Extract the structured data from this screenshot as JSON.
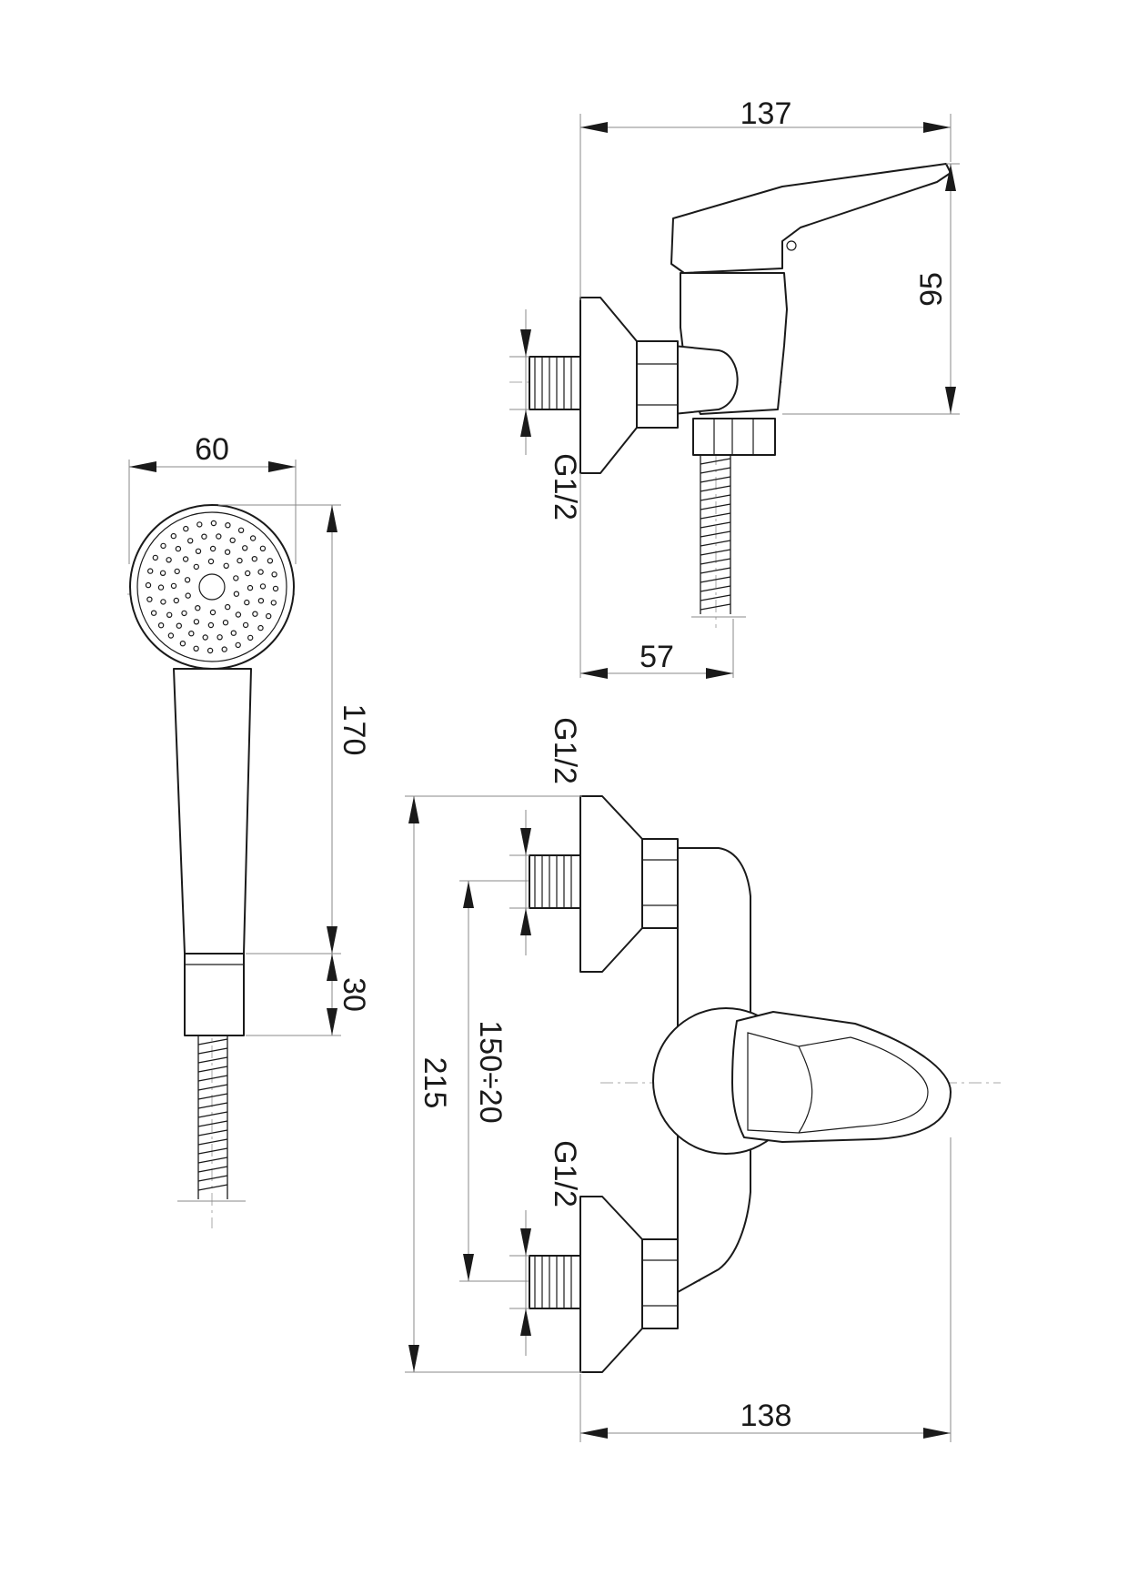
{
  "dimensions": {
    "side_width": "137",
    "side_height": "95",
    "side_thread": "G1/2",
    "side_depth": "57",
    "shower_width": "60",
    "shower_length": "170",
    "shower_handle": "30",
    "front_top_thread": "G1/2",
    "front_height": "215",
    "front_spacing": "150÷20",
    "front_bottom_thread": "G1/2",
    "front_width": "138"
  },
  "colors": {
    "line": "#1a1a1a",
    "dimension_line": "#888888",
    "background": "#ffffff"
  }
}
